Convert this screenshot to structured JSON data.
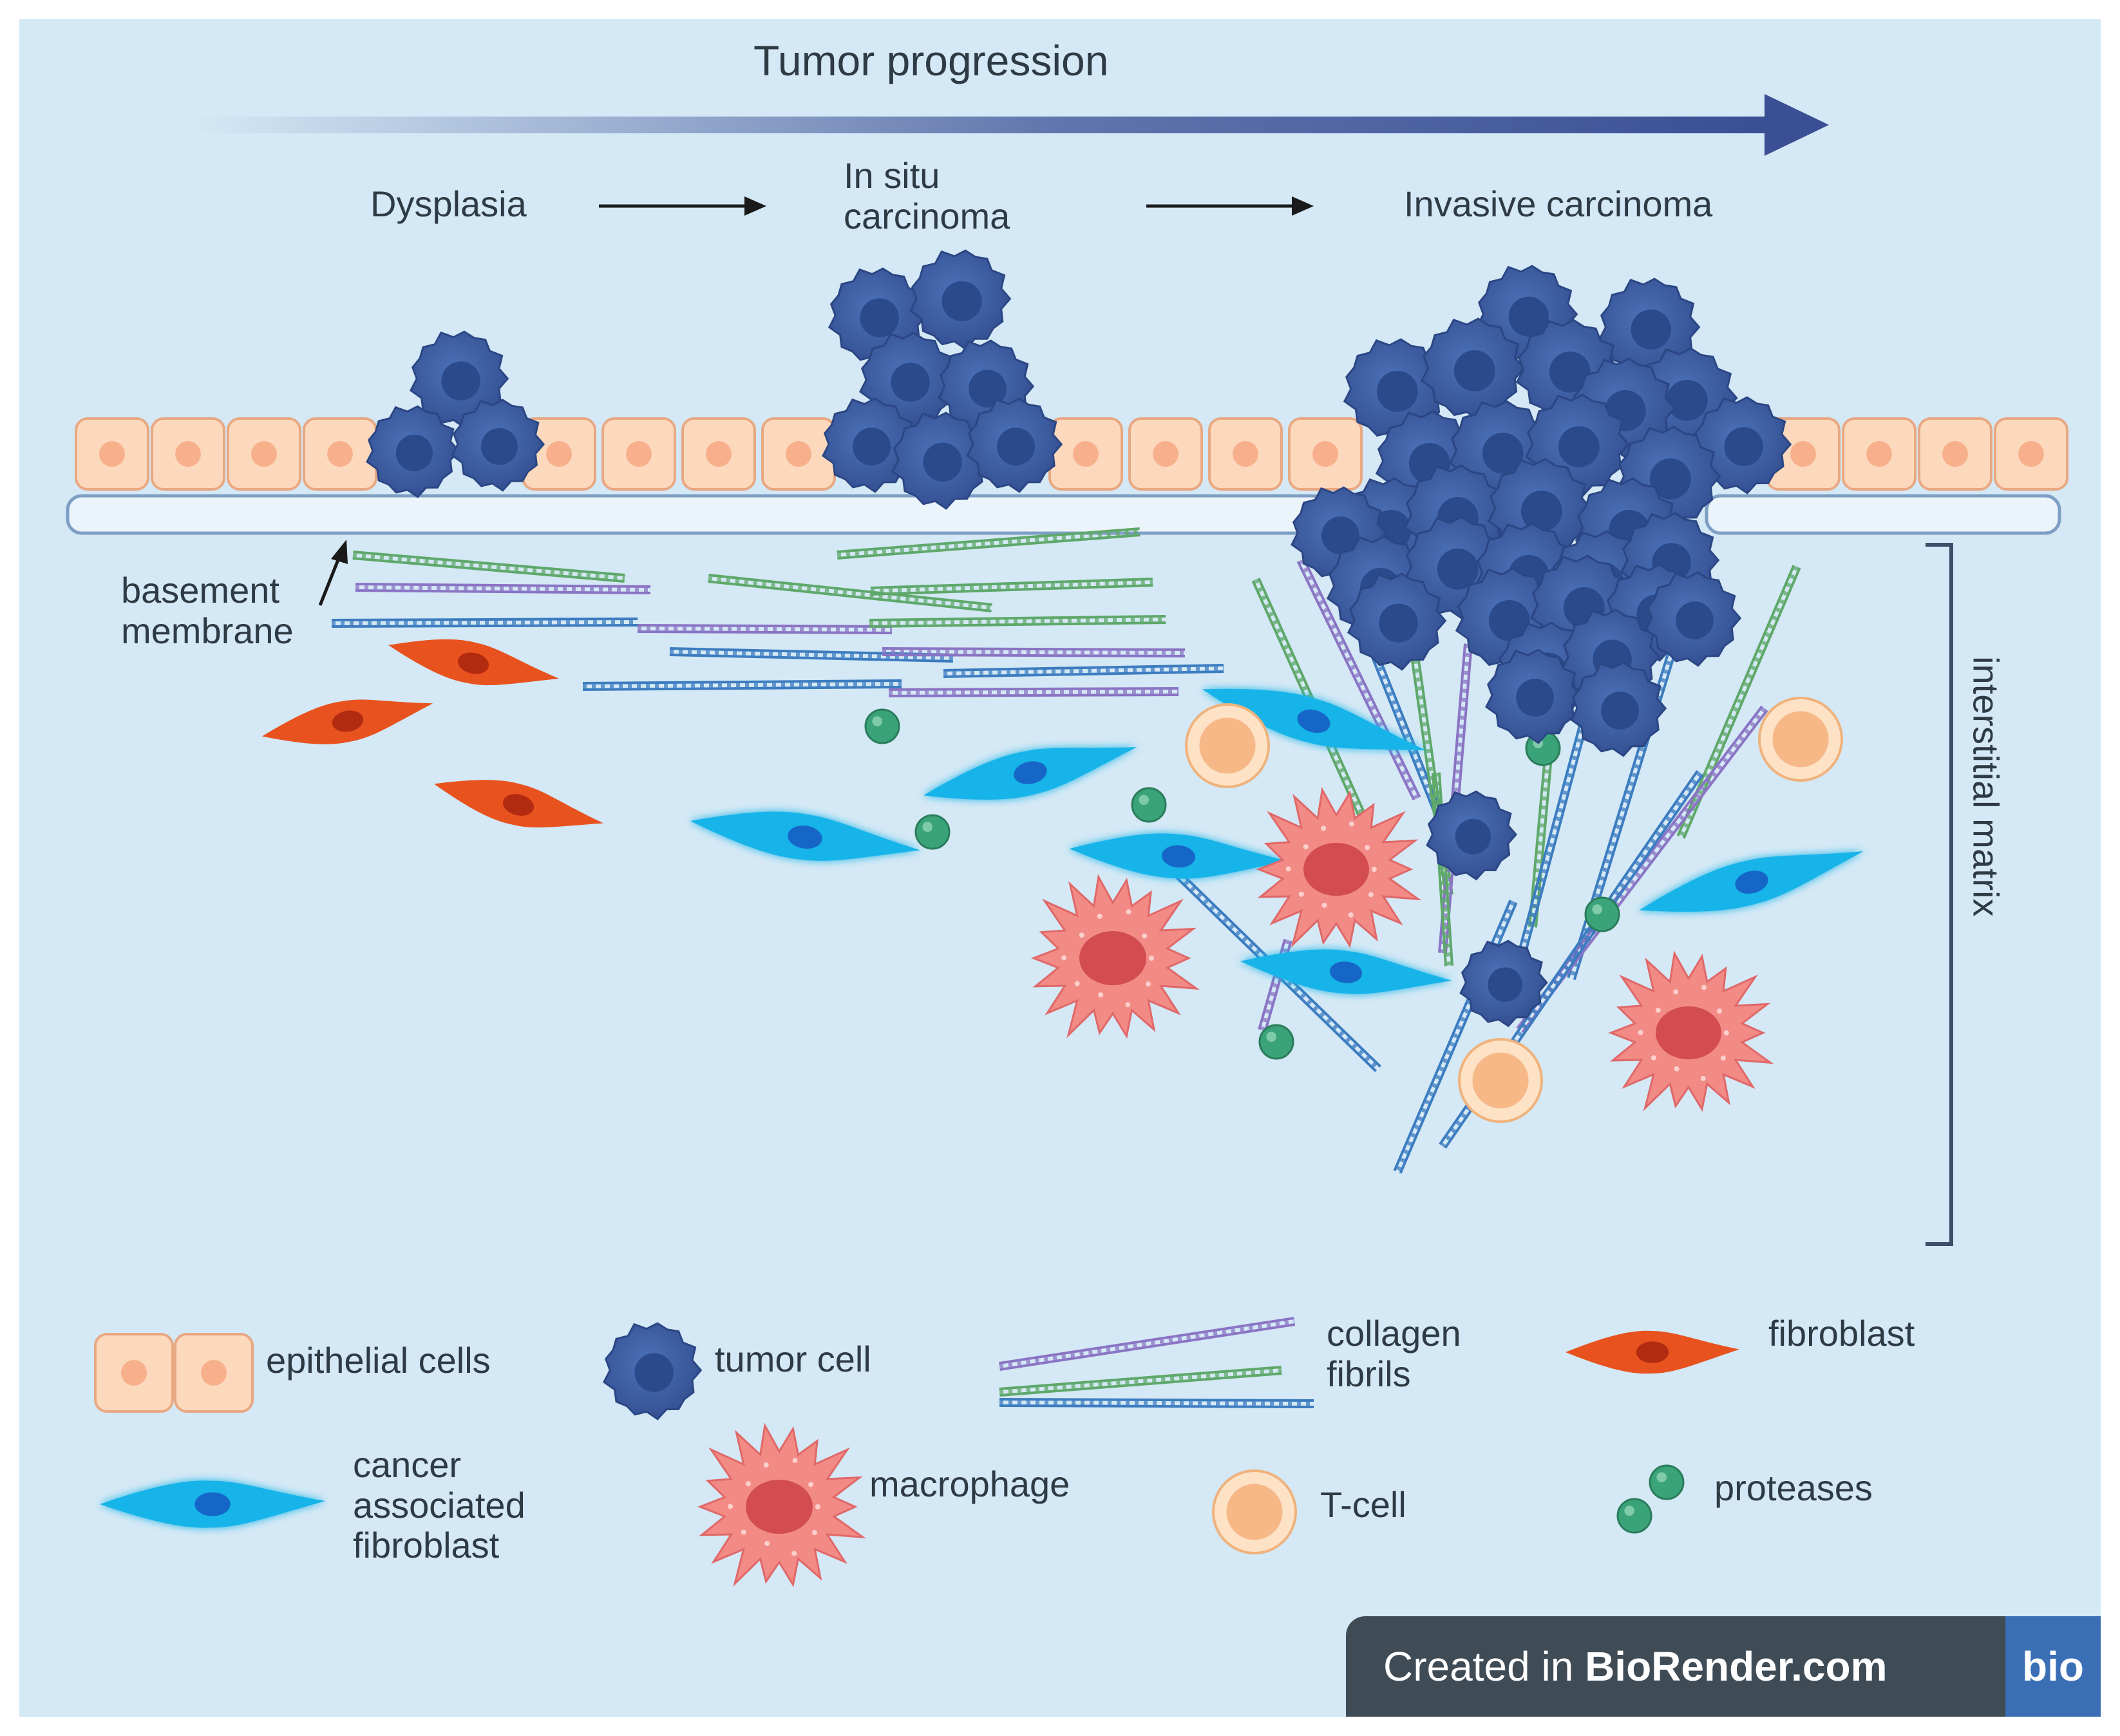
{
  "header": {
    "title": "Tumor progression"
  },
  "stages": {
    "dysplasia": "Dysplasia",
    "in_situ": "In situ\ncarcinoma",
    "invasive": "Invasive carcinoma"
  },
  "annotations": {
    "basement_membrane": "basement\nmembrane",
    "interstitial_matrix": "interstitial matrix"
  },
  "legend": {
    "epithelial": "epithelial cells",
    "tumor": "tumor cell",
    "collagen": "collagen\nfibrils",
    "fibroblast": "fibroblast",
    "caf": "cancer\nassociated\nfibroblast",
    "macrophage": "macrophage",
    "tcell": "T-cell",
    "proteases": "proteases"
  },
  "badge": {
    "prefix": "Created in ",
    "brand": "BioRender.com",
    "logo": "bio"
  },
  "colors": {
    "background": "#d4e8f5",
    "epithelial_fill": "#fcd9bd",
    "epithelial_nucleus": "#f8b08c",
    "tumor": "#3f63a8",
    "tumor_nucleus": "#2a4a8c",
    "fibroblast": "#e8521e",
    "caf": "#18b4e8",
    "macrophage": "#f07878",
    "tcell": "#f8c49a",
    "protease": "#3aa37a",
    "collagen_purple": "#8a74c4",
    "collagen_green": "#5ea86a",
    "collagen_blue": "#3c7cc0",
    "progress_arrow": "#3a4f94"
  }
}
